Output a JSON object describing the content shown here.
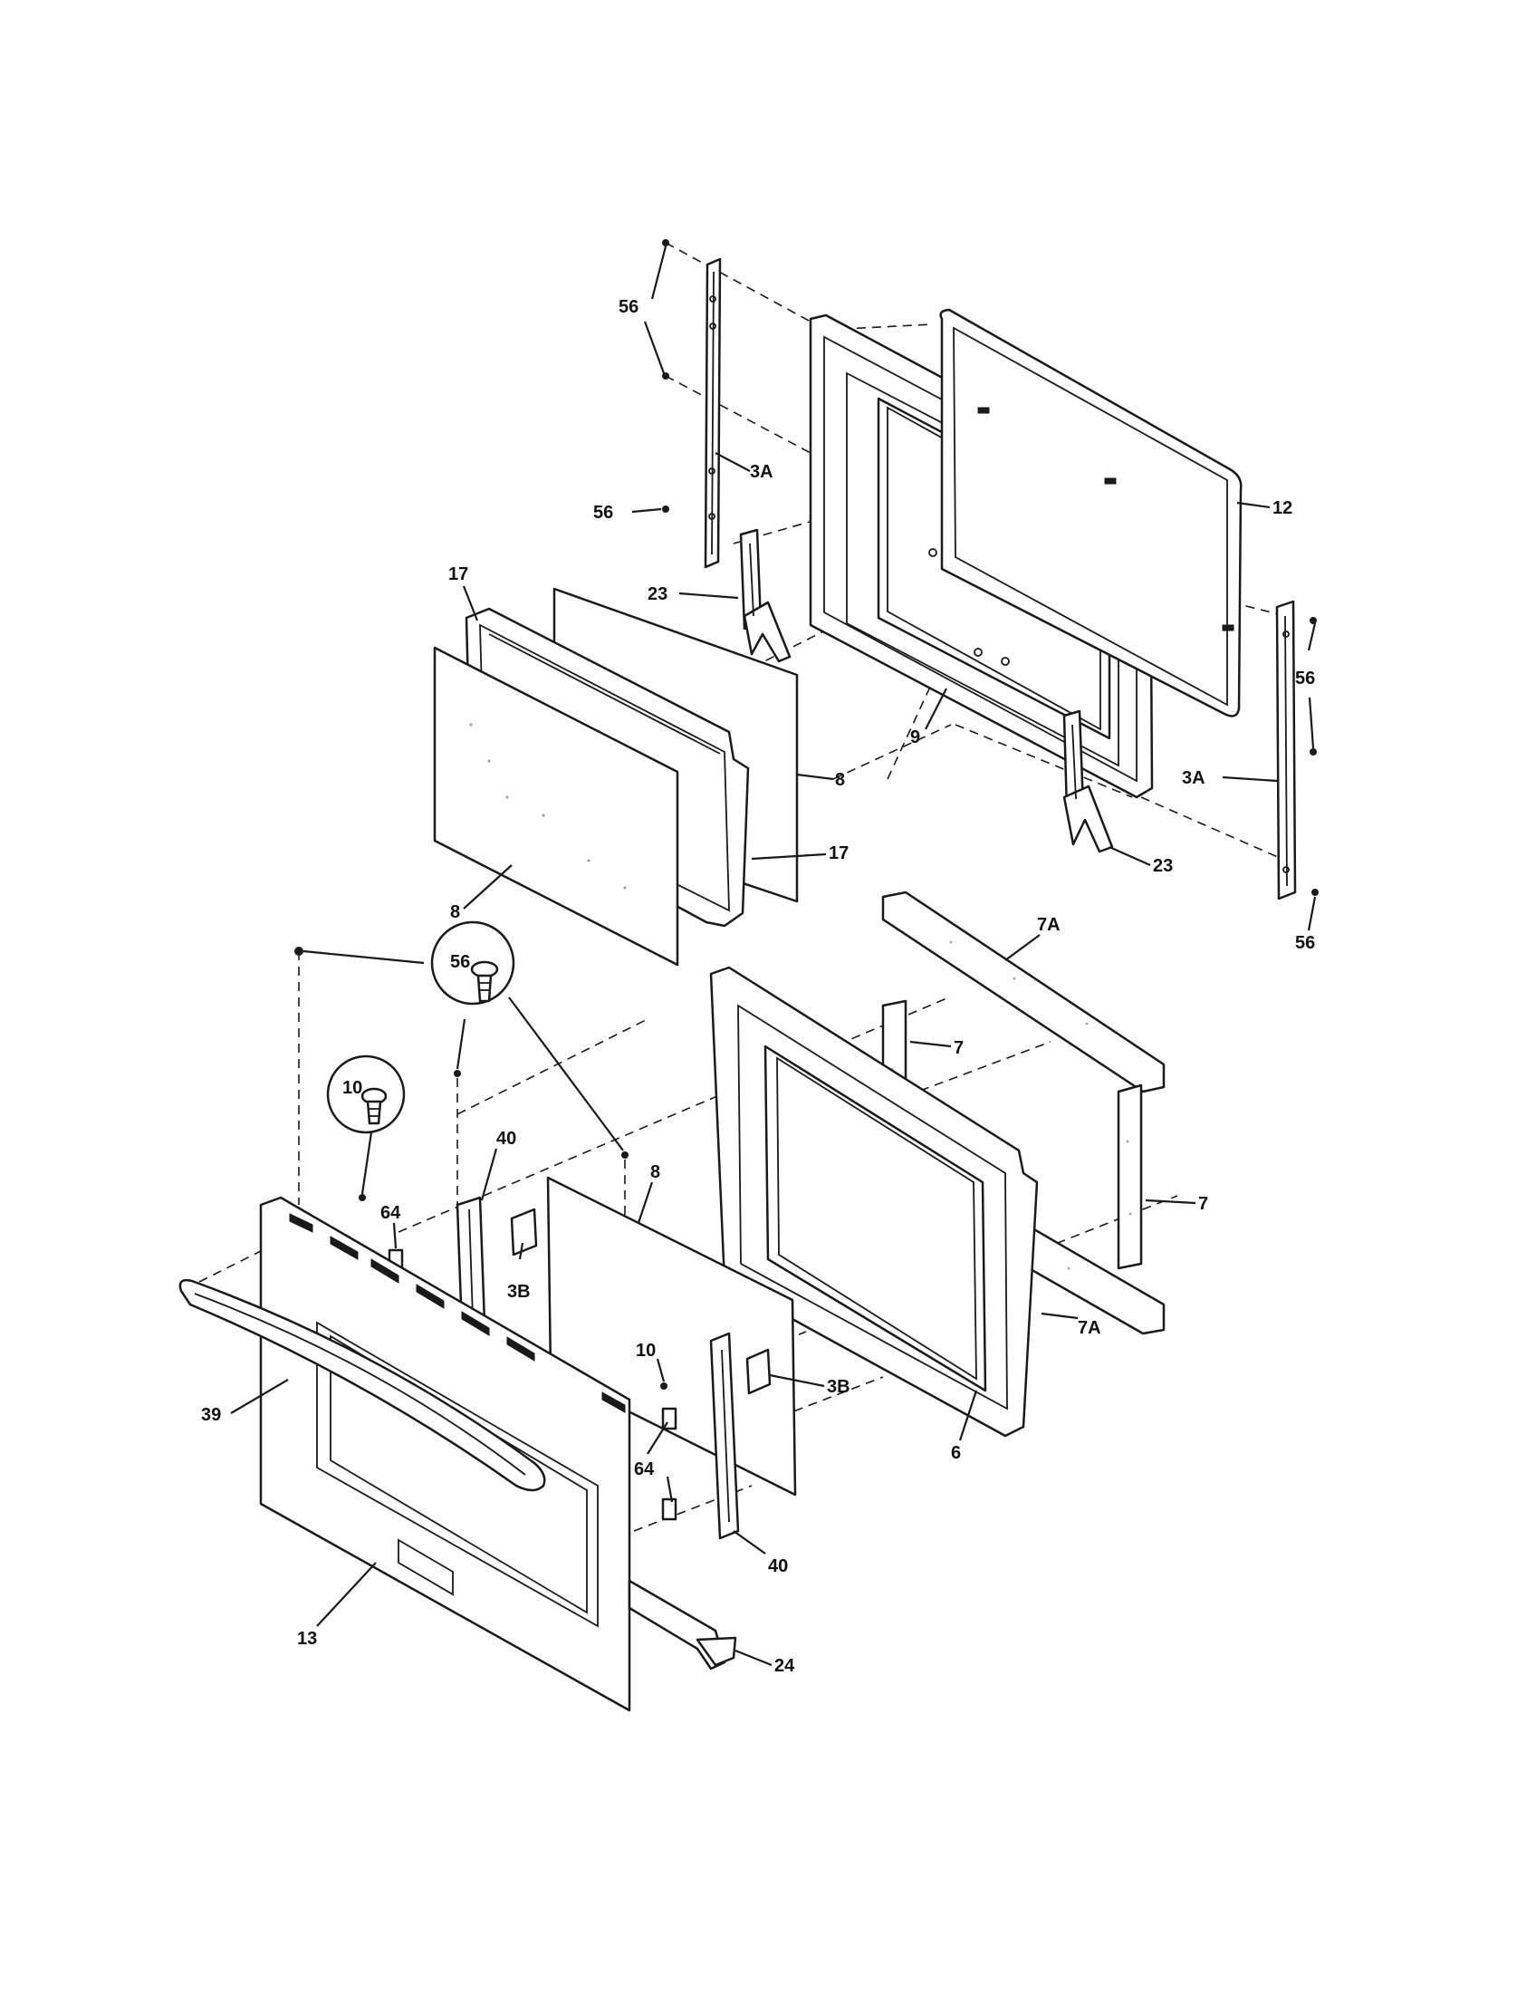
{
  "diagram": {
    "callouts": {
      "screw_top_left_upper": "56",
      "screw_top_left_lower": "56",
      "hinge_rail_left": "3A",
      "screw_left_mid": "56",
      "inner_frame_outer": "12",
      "hinge_upper_left": "23",
      "glass_frame_upper": "17",
      "inner_door_panel": "9",
      "glass_upper_right": "8",
      "screw_right_mid": "56",
      "hinge_rail_right": "3A",
      "glass_frame_lower": "17",
      "hinge_upper_right": "23",
      "glass_front_left": "8",
      "screw_right_bottom": "56",
      "insulation_top": "7A",
      "screw_inset_top": "56",
      "insulation_side_left": "7",
      "screw_inset_small": "10",
      "door_bracket_left": "40",
      "glass_mid": "8",
      "insulation_side_right": "7",
      "clip_top": "64",
      "door_liner": "6",
      "insulation_bottom": "7A",
      "bracket_cover_left": "3B",
      "screw_mid_small": "10",
      "bracket_cover_right": "3B",
      "handle": "39",
      "clip_lower": "64",
      "door_bracket_right": "40",
      "outer_door_panel": "13",
      "hinge_lower": "24"
    }
  }
}
